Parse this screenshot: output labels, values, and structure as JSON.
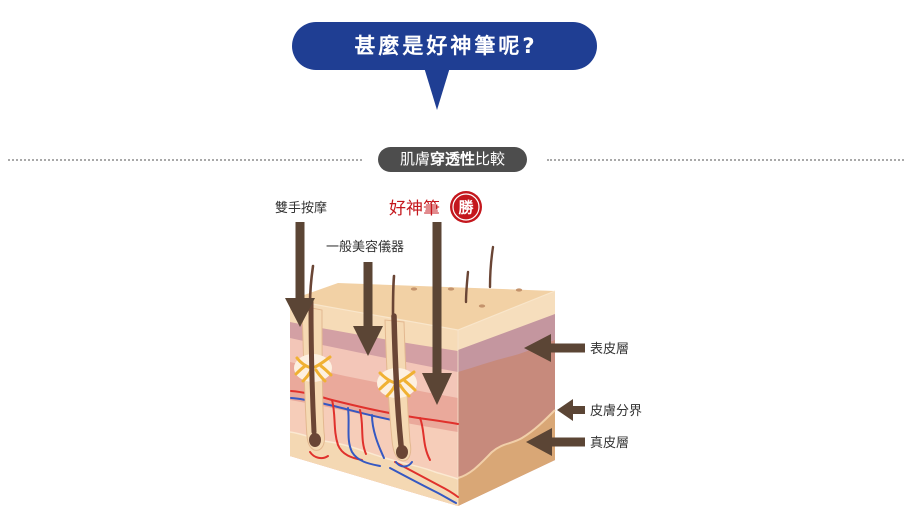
{
  "title": "甚麼是好神筆呢?",
  "section_label": {
    "prefix": "肌膚",
    "emphasis": "穿透性",
    "suffix": "比較"
  },
  "methods": [
    {
      "label": "雙手按摩",
      "arrow_icon": "arrow-down-icon"
    },
    {
      "label": "一般美容儀器",
      "arrow_icon": "arrow-down-icon"
    },
    {
      "label": "好神筆",
      "badge": "勝",
      "arrow_icon": "arrow-down-icon"
    }
  ],
  "skin_layers": [
    {
      "label": "表皮層",
      "arrow_icon": "arrow-left-icon"
    },
    {
      "label": "皮膚分界",
      "arrow_icon": "arrow-left-icon"
    },
    {
      "label": "真皮層",
      "arrow_icon": "arrow-left-icon"
    }
  ],
  "colors": {
    "title_bubble": "#1f3e93",
    "section_pill": "#4d4d4d",
    "arrow": "#5b4535",
    "highlight": "#c4171d"
  }
}
